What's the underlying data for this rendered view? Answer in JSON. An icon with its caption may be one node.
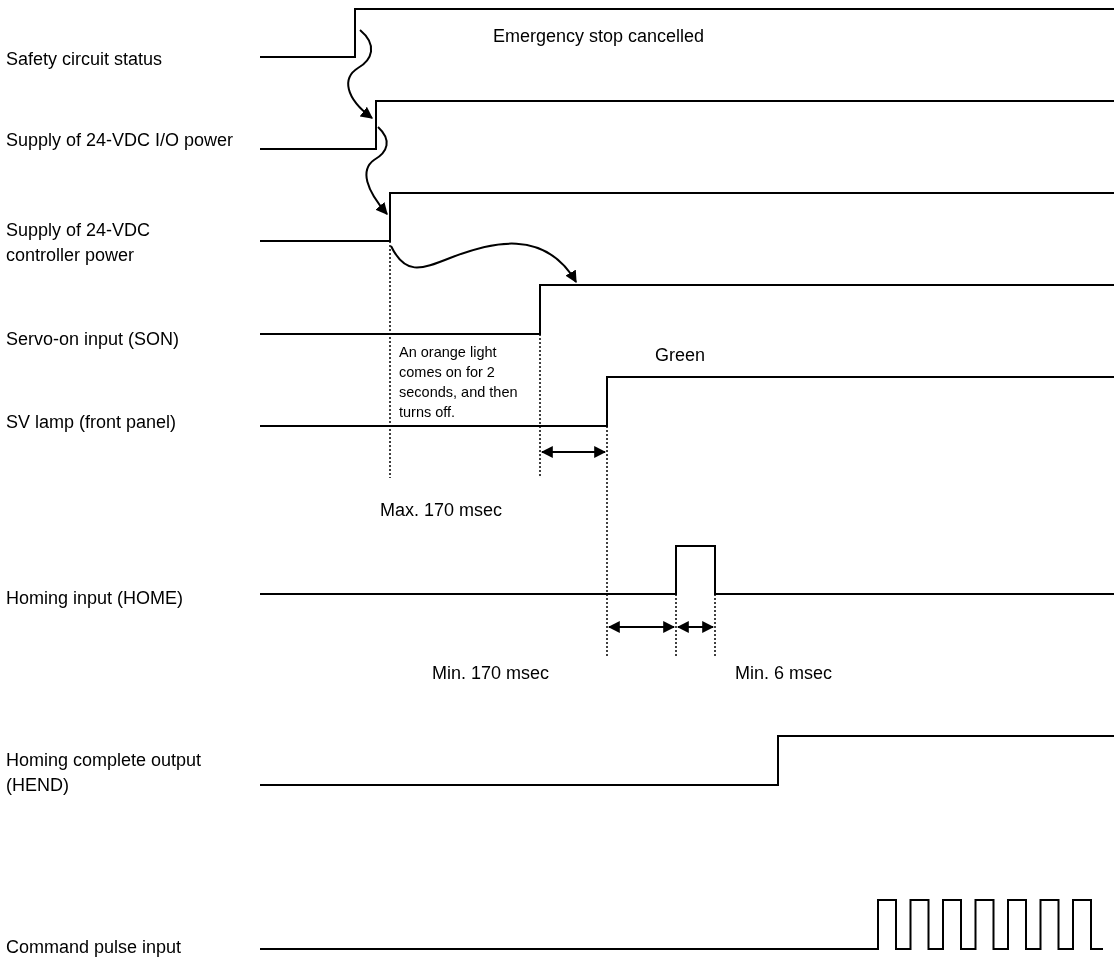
{
  "diagram": {
    "labels": [
      "Safety circuit status",
      "Emergency stop cancelled",
      "Supply of 24-VDC I/O power",
      "Supply of 24-VDC controller power",
      "Servo-on input (SON)",
      "An orange light comes on for 2 seconds, and then turns off.",
      "SV lamp (front panel)",
      "Green",
      "Max. 170 msec",
      "Homing input (HOME)",
      "Min. 170 msec",
      "Min. 6 msec",
      "Homing complete output (HEND)",
      "Command pulse input"
    ]
  }
}
